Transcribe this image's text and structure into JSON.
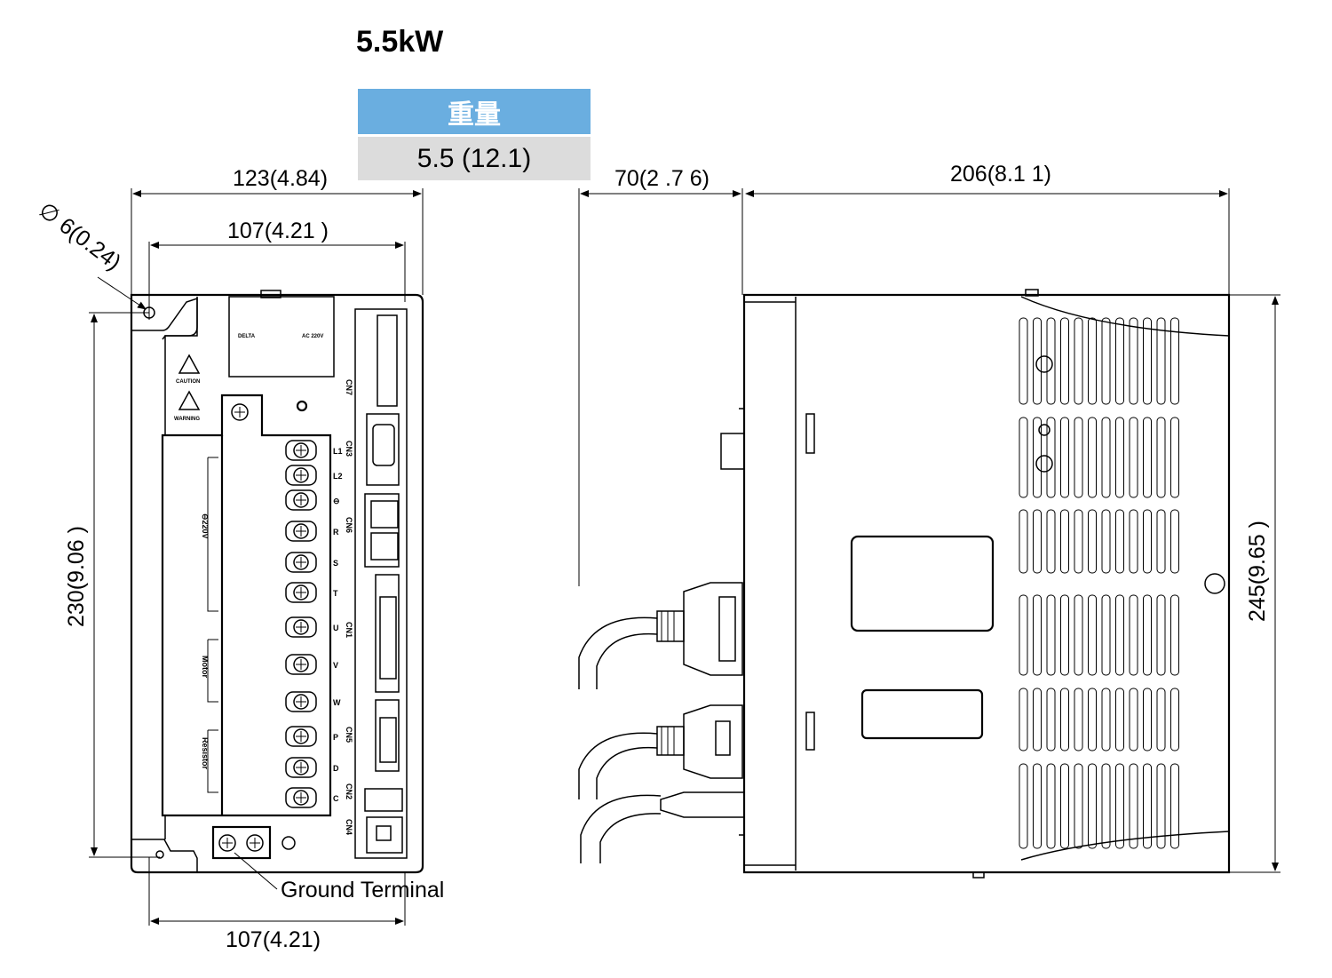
{
  "title": "5.5kW",
  "weight_table": {
    "header": "重量",
    "value": "5.5 (12.1)"
  },
  "dimensions": {
    "width_top": "123(4.84)",
    "hole_spacing_top": "107(4.21  )",
    "hole_diameter": "∅ 6(0.24)",
    "height_front": "230(9.06  )",
    "width_bottom": "107(4.21)",
    "connector_depth": "70(2 .7 6)",
    "body_depth": "206(8.1  1)",
    "height_side": "245(9.65  )"
  },
  "callouts": {
    "ground_terminal": "Ground  Terminal"
  },
  "front_labels": {
    "caution": "CAUTION",
    "warning": "WARNING",
    "nameplate_left": "DELTA",
    "nameplate_right": "AC 220V",
    "voltage": "⊖220V",
    "motor": "Motor",
    "resistor": "Resistor",
    "terminals": [
      "L1",
      "L2",
      "⊖",
      "R",
      "S",
      "T",
      "U",
      "V",
      "W",
      "P",
      "D",
      "C"
    ],
    "connectors": [
      "CN7",
      "CN3",
      "CN6",
      "CN1",
      "CN5",
      "CN2",
      "CN4"
    ]
  },
  "colors": {
    "table_header": "#6aaee0",
    "table_value_bg": "#dcdcdc",
    "line": "#000000"
  }
}
